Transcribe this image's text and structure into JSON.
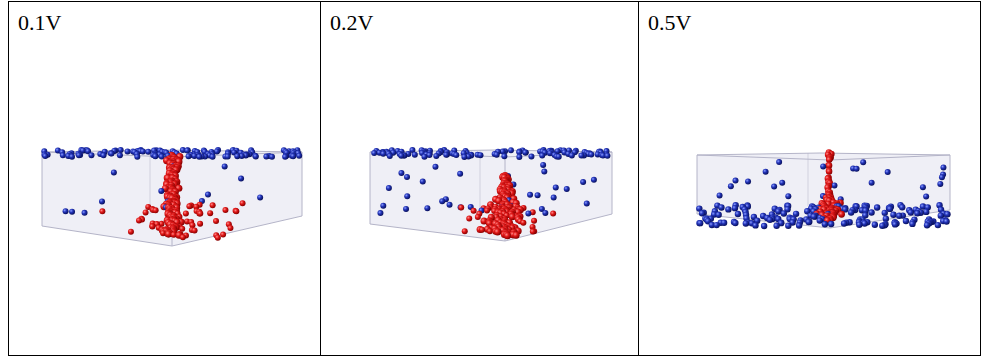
{
  "diagram": {
    "labels": [
      "0.1V",
      "0.2V",
      "0.5V"
    ]
  }
}
